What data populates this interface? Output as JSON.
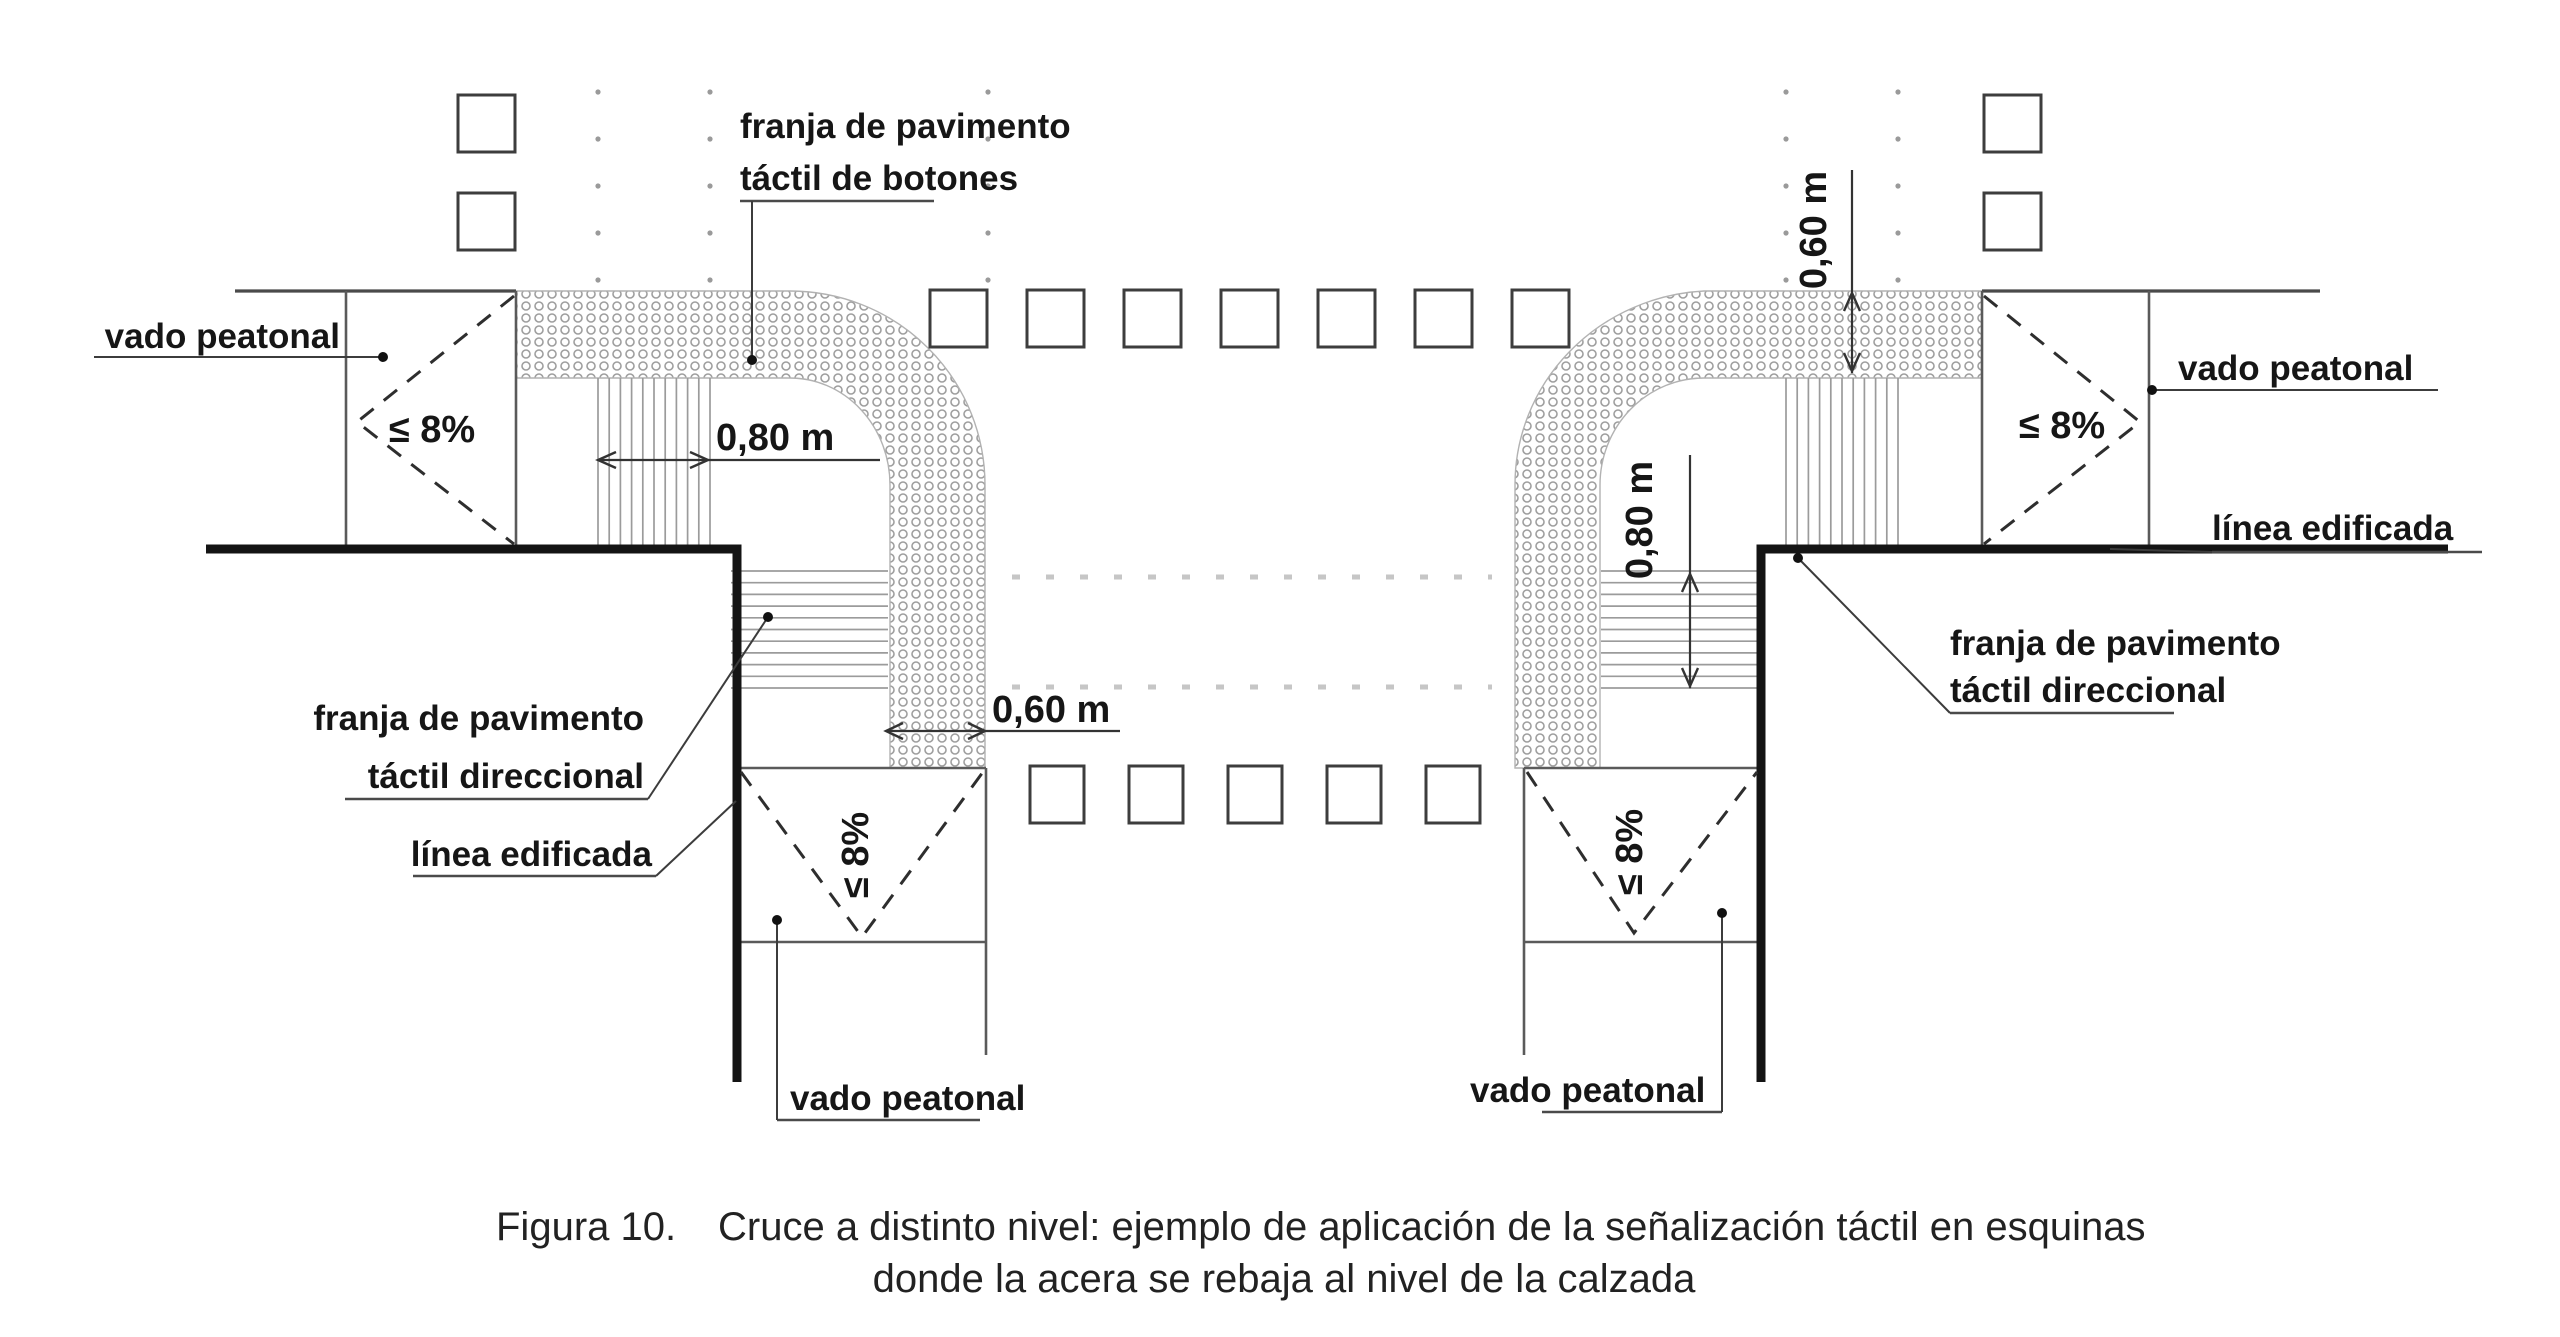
{
  "figure": {
    "labels": {
      "vado_peatonal": "vado peatonal",
      "linea_edificada": "línea edificada",
      "botones_line1": "franja de pavimento",
      "botones_line2": "táctil de botones",
      "direccional_line1": "franja de pavimento",
      "direccional_line2": "táctil direccional",
      "slope": "≤ 8%"
    },
    "dimensions": {
      "width_080": "0,80 m",
      "width_060": "0,60 m"
    },
    "caption": {
      "figure_number": "Figura 10.",
      "line1": "Cruce a distinto nivel: ejemplo de aplicación de la señalización táctil en esquinas",
      "line2": "donde la acera se rebaja al nivel de la calzada"
    },
    "colors": {
      "line": "#141414",
      "pattern": "#9e9e9e",
      "background": "#ffffff"
    }
  }
}
